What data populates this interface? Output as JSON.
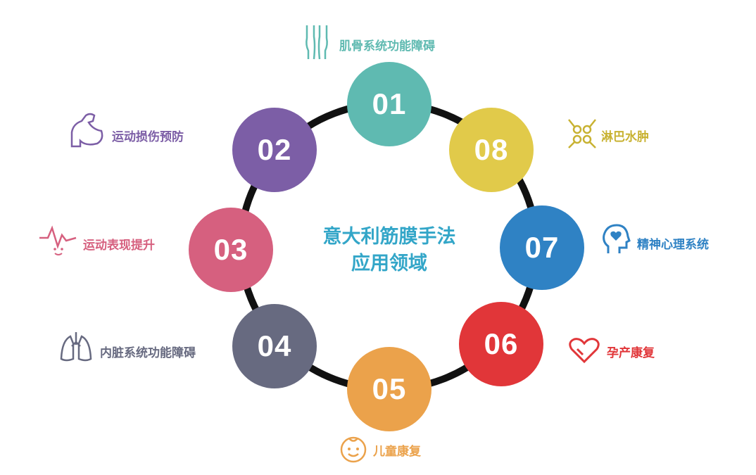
{
  "title": {
    "line1": "意大利筋膜手法",
    "line2": "应用领域"
  },
  "nodes": [
    {
      "num": "01",
      "label": "肌骨系统功能障碍",
      "color": "#5fbab1",
      "icon": "legs-icon"
    },
    {
      "num": "02",
      "label": "运动损伤预防",
      "color": "#7c5ea6",
      "icon": "flexed-arm-icon"
    },
    {
      "num": "03",
      "label": "运动表现提升",
      "color": "#d6607f",
      "icon": "heartbeat-face-icon"
    },
    {
      "num": "04",
      "label": "内脏系统功能障碍",
      "color": "#676a80",
      "icon": "lungs-icon"
    },
    {
      "num": "05",
      "label": "儿童康复",
      "color": "#eba24b",
      "icon": "child-face-icon"
    },
    {
      "num": "06",
      "label": "孕产康复",
      "color": "#e13639",
      "icon": "heart-icon"
    },
    {
      "num": "07",
      "label": "精神心理系统",
      "color": "#2f82c4",
      "icon": "head-heart-icon"
    },
    {
      "num": "08",
      "label": "淋巴水肿",
      "color": "#e1ca4a",
      "icon": "lymph-nodes-icon"
    }
  ]
}
